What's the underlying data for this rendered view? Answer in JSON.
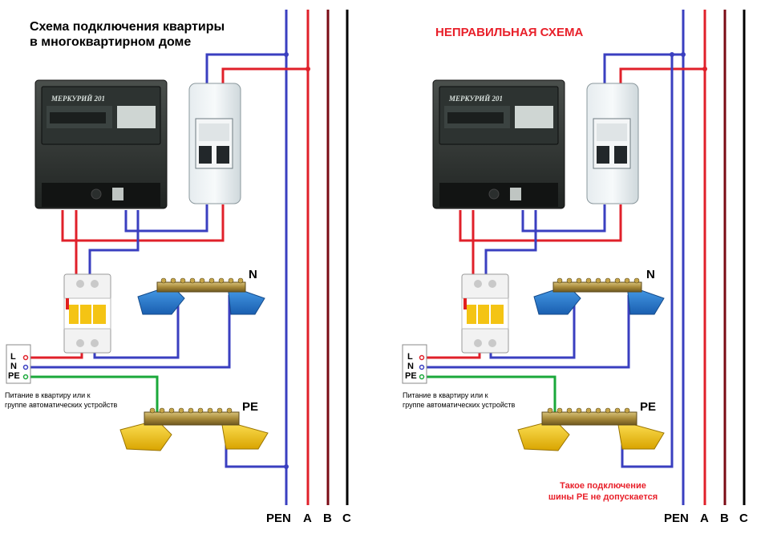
{
  "left": {
    "title_line1": "Схема подключения квартиры",
    "title_line2": "в многоквартирном доме",
    "meter_brand": "МЕРКУРИЙ 201",
    "bus_n": "N",
    "bus_pe": "PE",
    "terminal_l": "L",
    "terminal_n": "N",
    "terminal_pe": "PE",
    "caption_line1": "Питание в квартиру или к",
    "caption_line2": "группе автоматических устройств",
    "wire_pen": "PEN",
    "wire_a": "A",
    "wire_b": "B",
    "wire_c": "C"
  },
  "right": {
    "title": "НЕПРАВИЛЬНАЯ СХЕМА",
    "meter_brand": "МЕРКУРИЙ 201",
    "bus_n": "N",
    "bus_pe": "PE",
    "terminal_l": "L",
    "terminal_n": "N",
    "terminal_pe": "PE",
    "caption_line1": "Питание в квартиру или к",
    "caption_line2": "группе автоматических устройств",
    "warning_line1": "Такое подключение",
    "warning_line2": "шины PE не допускается",
    "wire_pen": "PEN",
    "wire_a": "A",
    "wire_b": "B",
    "wire_c": "C"
  },
  "colors": {
    "pen": "#3a3fc0",
    "phase_a": "#e0202a",
    "phase_b": "#7a0a14",
    "phase_c": "#000000",
    "pe_wire": "#1aa83a",
    "bus_n_mount": "#2a7fd0",
    "bus_pe_mount": "#f0c419"
  }
}
